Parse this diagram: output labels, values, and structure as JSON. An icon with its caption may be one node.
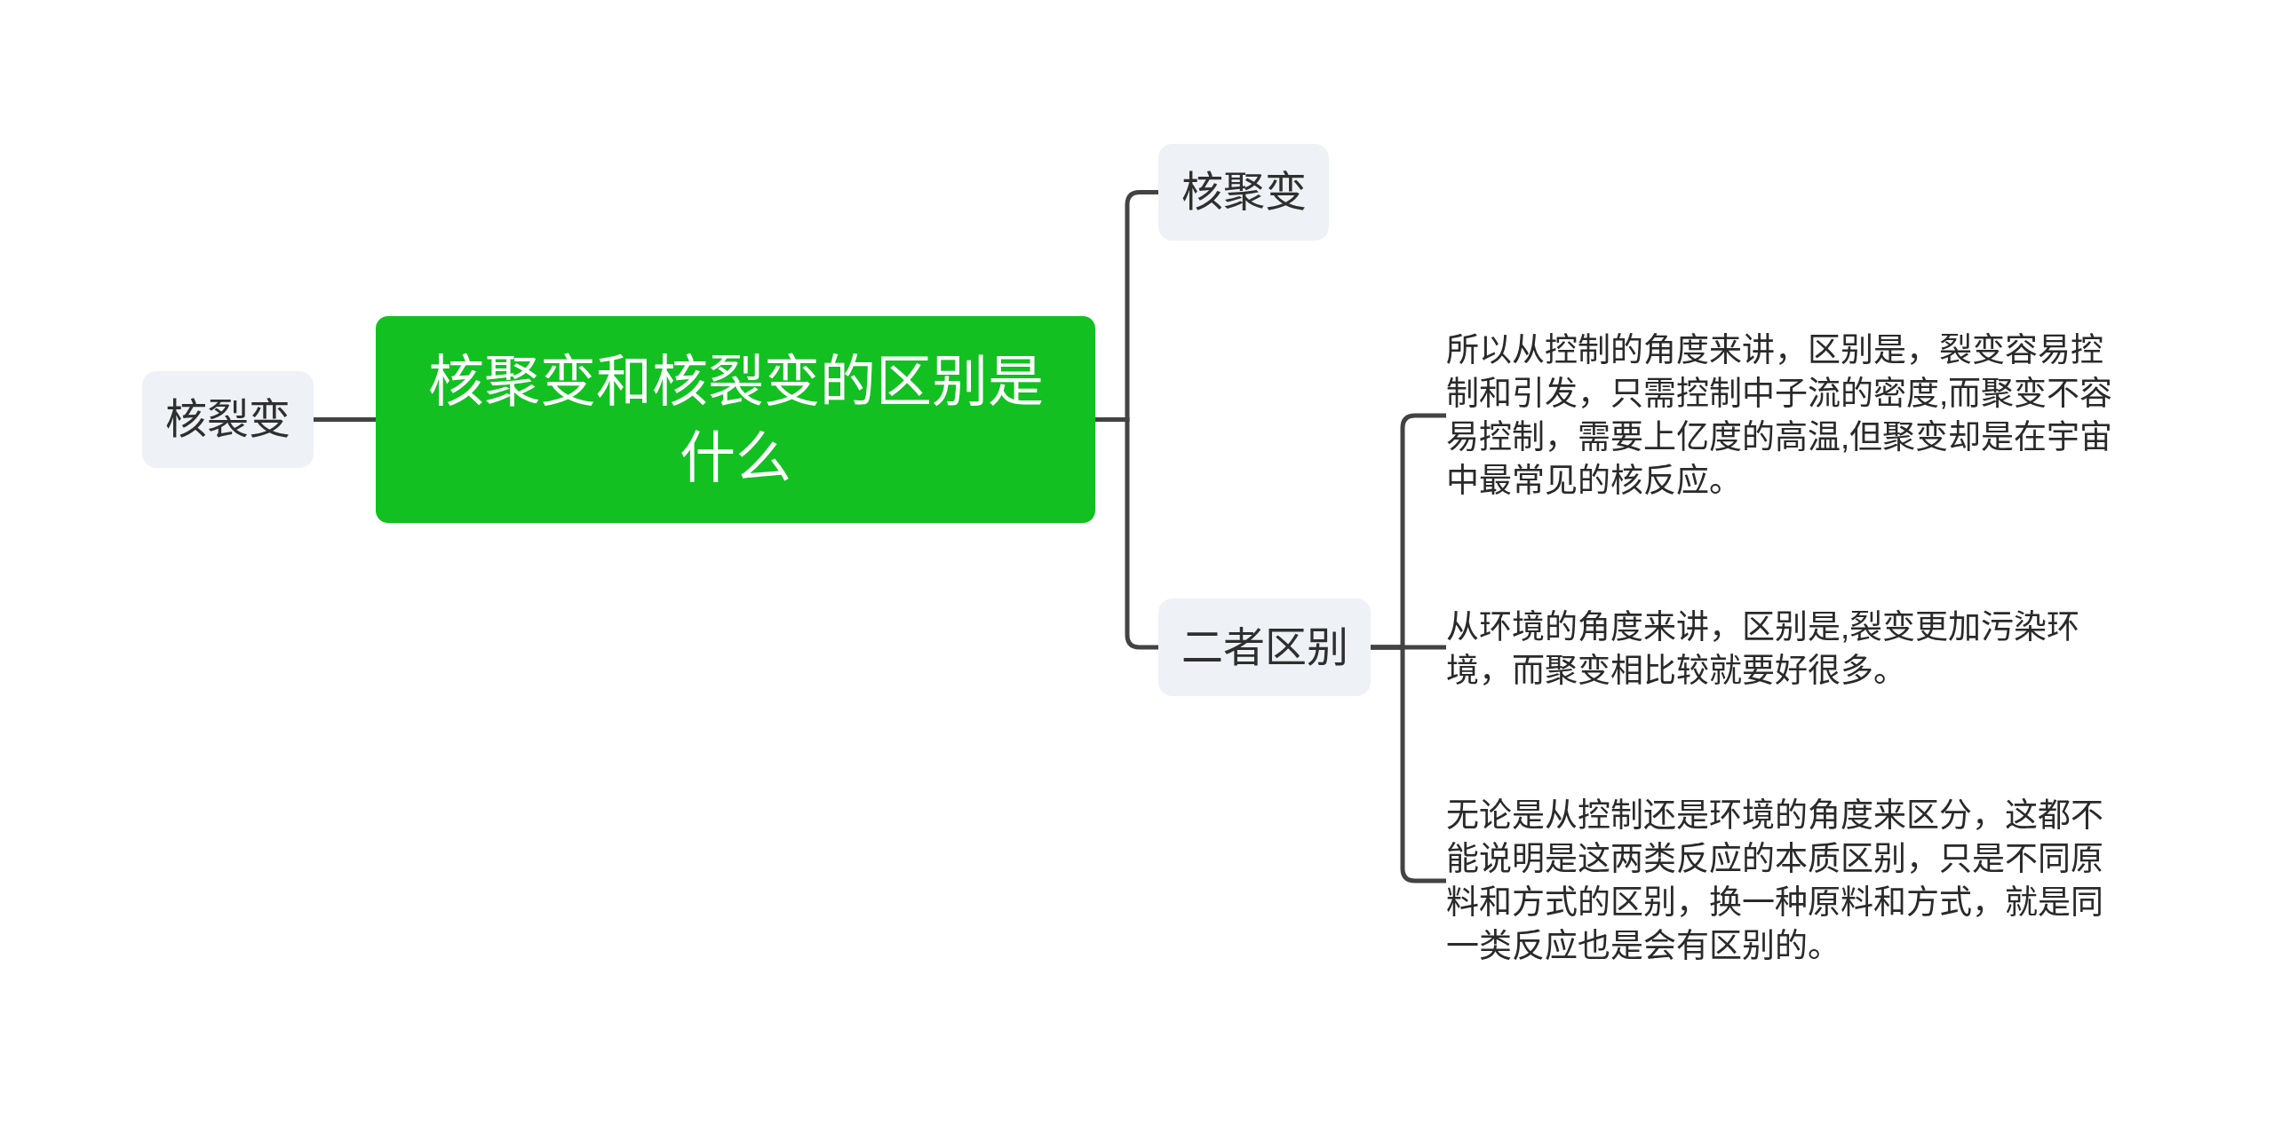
{
  "diagram": {
    "nodes": [
      {
        "text": [
          "核聚变和核裂变的区别是什么"
        ]
      },
      {
        "text": [
          "核裂变"
        ]
      },
      {
        "text": [
          "核聚变"
        ]
      },
      {
        "text": [
          "二者区别"
        ]
      },
      {
        "text": [
          "所以从控制的角度来讲，区别是，裂变容易控制和引发，只需控制中子流的密度,而聚变不容易控制，需要上亿度的高温,但聚变却是在宇宙中最常见的核反应。"
        ]
      },
      {
        "text": [
          "从环境的角度来讲，区别是,裂变更加污染环境，而聚变相比较就要好很多。"
        ]
      },
      {
        "text": [
          "无论是从控制还是环境的角度来区分，这都不能说明是这两类反应的本质区别，只是不同原料和方式的区别，换一种原料和方式，就是同一类反应也是会有区别的。"
        ]
      }
    ],
    "edges": [
      {
        "from": 0,
        "to": 1,
        "arrow": "none"
      },
      {
        "from": 0,
        "to": 2,
        "arrow": "none"
      },
      {
        "from": 0,
        "to": 3,
        "arrow": "none"
      },
      {
        "from": 3,
        "to": 4,
        "arrow": "none"
      },
      {
        "from": 3,
        "to": 5,
        "arrow": "none"
      },
      {
        "from": 3,
        "to": 6,
        "arrow": "none"
      }
    ]
  }
}
